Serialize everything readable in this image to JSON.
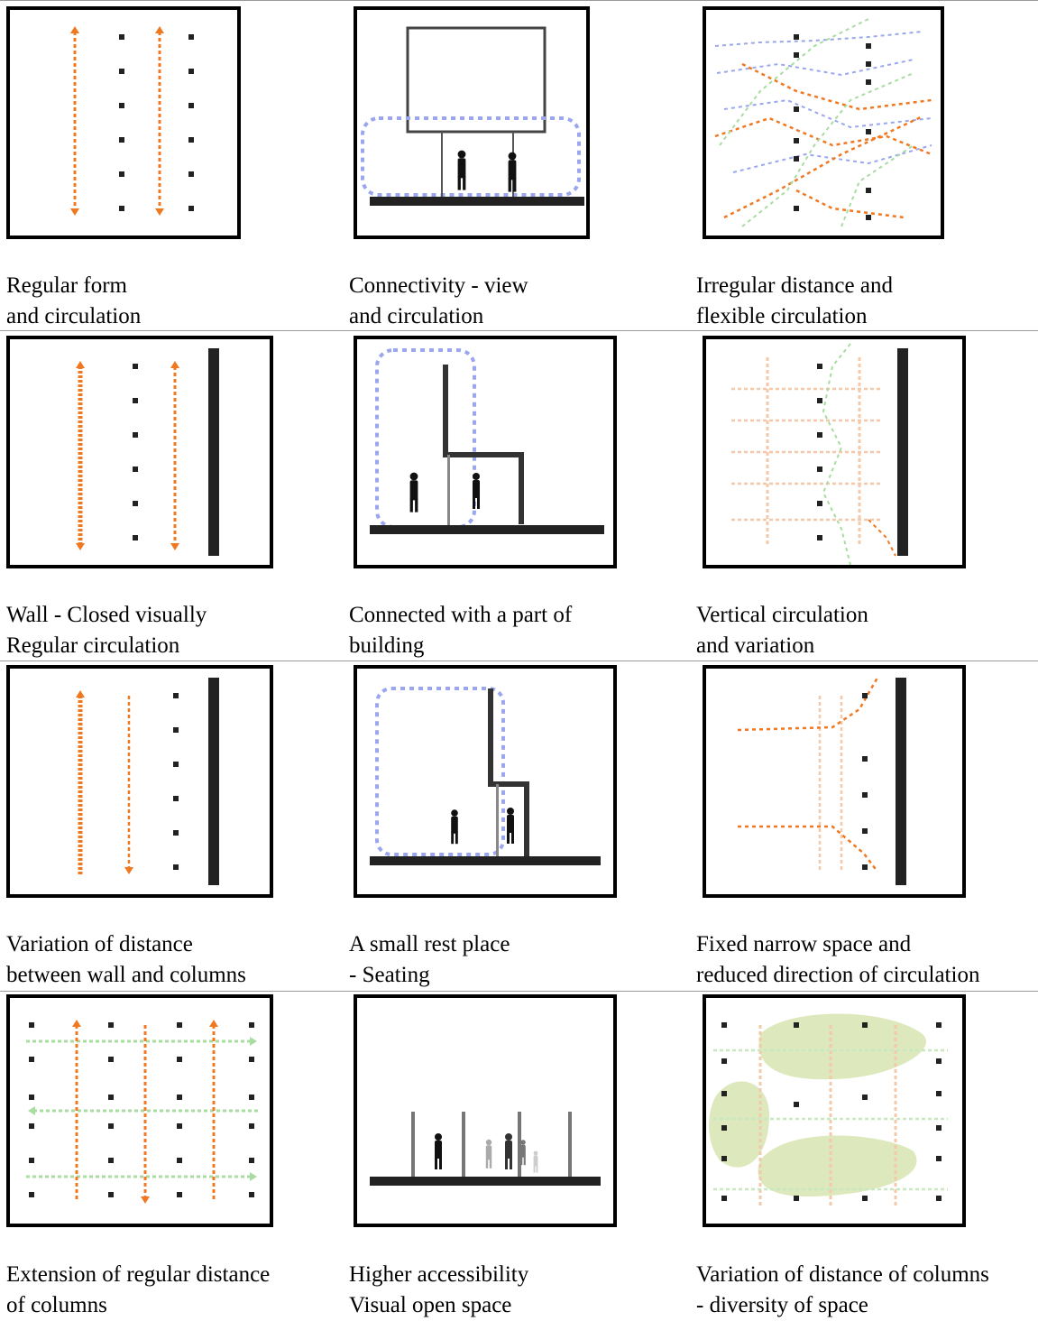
{
  "colors": {
    "orange": "#f07820",
    "blue": "#9aa6ee",
    "green": "#a8dca0",
    "olive_fill": "#dde8bc",
    "column": "#222222",
    "wall": "#222222",
    "light_orange": "#f4c8a8"
  },
  "captions": [
    {
      "l1": "Regular form",
      "l2": "and circulation"
    },
    {
      "l1": "Connectivity - view",
      "l2": "and circulation"
    },
    {
      "l1": "Irregular distance and",
      "l2": "flexible circulation"
    },
    {
      "l1": "Wall - Closed visually",
      "l2": "Regular circulation"
    },
    {
      "l1": "Connected with a part of",
      "l2": "building"
    },
    {
      "l1": "Vertical circulation",
      "l2": "and variation"
    },
    {
      "l1": "Variation of distance",
      "l2": "between wall and columns"
    },
    {
      "l1": "A small rest place",
      "l2": "- Seating"
    },
    {
      "l1": "Fixed narrow space and",
      "l2": "reduced direction of circulation"
    },
    {
      "l1": "Extension of regular distance",
      "l2": "of columns"
    },
    {
      "l1": "Higher accessibility",
      "l2": "Visual open space"
    },
    {
      "l1": "Variation of distance of columns",
      "l2": "- diversity of space"
    }
  ],
  "panel_icons": [
    "plan-regular-form-icon",
    "section-connectivity-icon",
    "plan-irregular-distance-icon",
    "plan-wall-closed-icon",
    "section-connected-building-icon",
    "plan-vertical-circulation-icon",
    "plan-wall-variation-icon",
    "section-rest-place-icon",
    "plan-narrow-space-icon",
    "plan-column-grid-icon",
    "section-open-space-icon",
    "plan-column-diversity-icon"
  ]
}
